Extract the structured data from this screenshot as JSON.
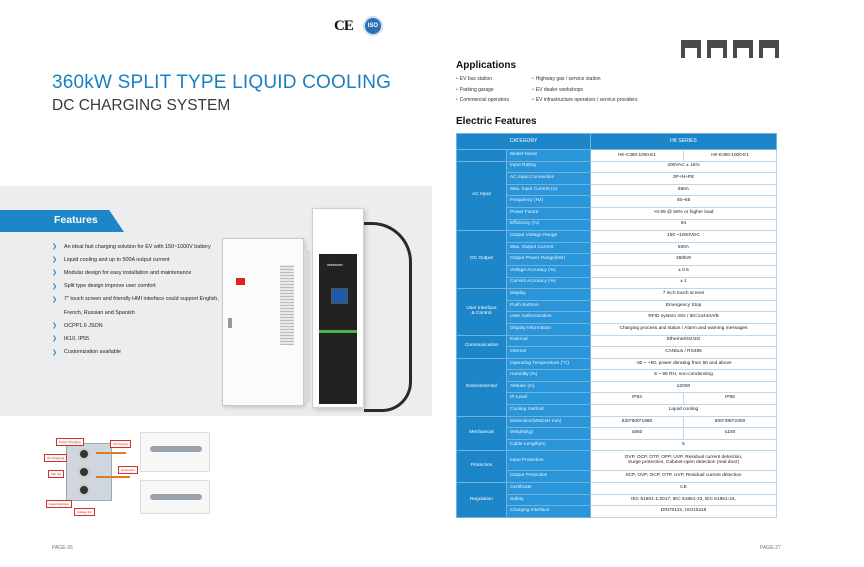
{
  "certs": {
    "ce": "CE",
    "iso": "ISO"
  },
  "title": {
    "line1": "360kW SPLIT TYPE LIQUID COOLING",
    "line2": "DC CHARGING SYSTEM"
  },
  "features": {
    "heading": "Features",
    "items": [
      "An ideal fast charging solution for EV with 150~1000V battery",
      "Liquid cooling and up to 500A output current",
      "Modular design for easy installation and maintenance",
      "Split type design improve user comfort",
      "7\" touch screen and friendly HMI interface could support English,",
      "French, Russian and Spanish",
      "OCPP1.6 JSON",
      "IK10, IP55",
      "Customization available"
    ]
  },
  "product": {
    "dispenser_label": "wiseuser"
  },
  "diagram": {
    "tags": [
      "Power Charging",
      "Oil Cooling",
      "AC Charging",
      "Fan out",
      "Liquid Devices",
      "Voltage 1U",
      "Connector"
    ]
  },
  "pages": {
    "left": "PAGE-26",
    "right": "PAGE-27"
  },
  "applications": {
    "title": "Applications",
    "col1": [
      "EV bus station",
      "Parking garage",
      "Commercial operators"
    ],
    "col2": [
      "Highway gas / service station",
      "EV dealer workshops",
      "EV infrastructure operators / service providers"
    ]
  },
  "electric": {
    "title": "Electric Features",
    "header": {
      "category": "CATEGORY",
      "series": "HK SERIES"
    },
    "model": {
      "label": "Model Name",
      "v1": "HK-C360-1000-E1",
      "v2": "HK-E360-1000-E1"
    },
    "ac_input": {
      "cat": "AC Input",
      "rows": [
        [
          "Input Rating",
          "400VAC ± 15%"
        ],
        [
          "AC Input Connection",
          "3P+N+PE"
        ],
        [
          "Max. Input Current (A)",
          "660A"
        ],
        [
          "Frequency (Hz)",
          "45~65"
        ],
        [
          "Power Factor",
          ">0.99 @ 50% or higher load"
        ],
        [
          "Efficiency (%)",
          "94"
        ]
      ]
    },
    "dc_output": {
      "cat": "DC Output",
      "rows": [
        [
          "Output Voltage Range",
          "150 ~1000VDC"
        ],
        [
          "Max. Output Current",
          "500A"
        ],
        [
          "Output Power Range(kW)",
          "360kW"
        ],
        [
          "Voltage Accuracy (%)",
          "± 0.5"
        ],
        [
          "Current Accuracy (%)",
          "± 1"
        ]
      ]
    },
    "ui_control": {
      "cat1": "User Interface",
      "cat2": "& Control",
      "rows": [
        [
          "Display",
          "7 inch touch screen"
        ],
        [
          "Push Buttons",
          "Emergency Stop"
        ],
        [
          "User Authentication",
          "RFID system ISO / IEC14443A/B"
        ],
        [
          "Display Information",
          "Charging process and status / Alarm and warning messages"
        ]
      ]
    },
    "communication": {
      "cat": "Communication",
      "rows": [
        [
          "External",
          "Ethernet/4G/3G"
        ],
        [
          "Internal",
          "CANbus / RS485"
        ]
      ]
    },
    "environmental": {
      "cat": "Environmental",
      "rows": [
        [
          "Operating Temperature (°C)",
          "-30 ~ +50, power derating from 50 and above"
        ],
        [
          "Humidity (%)",
          "5 ~ 95 RH, non-condensing"
        ],
        [
          "Altitude (m)",
          "≤2000"
        ]
      ],
      "ip": {
        "label": "IP Level",
        "v1": "IP54",
        "v2": "IP55"
      },
      "cooling": [
        "Cooling method",
        "Liquid cooling"
      ]
    },
    "mechanical": {
      "cat": "Mechanical",
      "dimension": {
        "label": "Dimension(WxDxH mm)",
        "v1": "820*800*1980",
        "v2": "600*380*2300"
      },
      "weight": {
        "label": "Weight(kg)",
        "v1": "≤650",
        "v2": "≤150"
      },
      "cable": [
        "Cable Length(m)",
        "5"
      ]
    },
    "protection": {
      "cat": "Protection",
      "input": {
        "label": "Input Protection",
        "line1": "OVP, OCP, OTP, OPP, UVP, Residual current detection,",
        "line2": "Surge protection, Cabinet-open detection (real door)"
      },
      "output": [
        "Output Protection",
        "SCP, OVP, OCP, OTP, UVP, Residual current detection"
      ]
    },
    "regulation": {
      "cat": "Regulation",
      "rows": [
        [
          "Certificate",
          "CE"
        ],
        [
          "Safety",
          "IEC 61851-1:2017, IEC 61851-23, IEC 61851-24,"
        ],
        [
          "Charging Interface",
          "DIN70121, ISO15118"
        ]
      ]
    }
  }
}
